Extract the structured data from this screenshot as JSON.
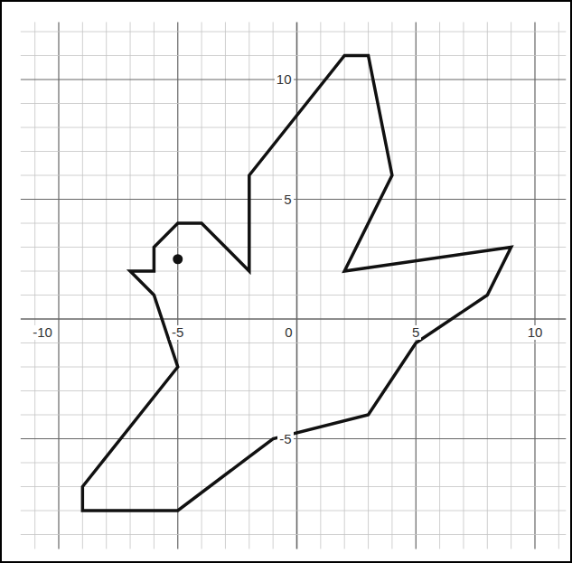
{
  "diagram": {
    "labels": [
      "10",
      "5",
      "-5",
      "-10",
      "-5",
      "0",
      "5",
      "10"
    ]
  }
}
